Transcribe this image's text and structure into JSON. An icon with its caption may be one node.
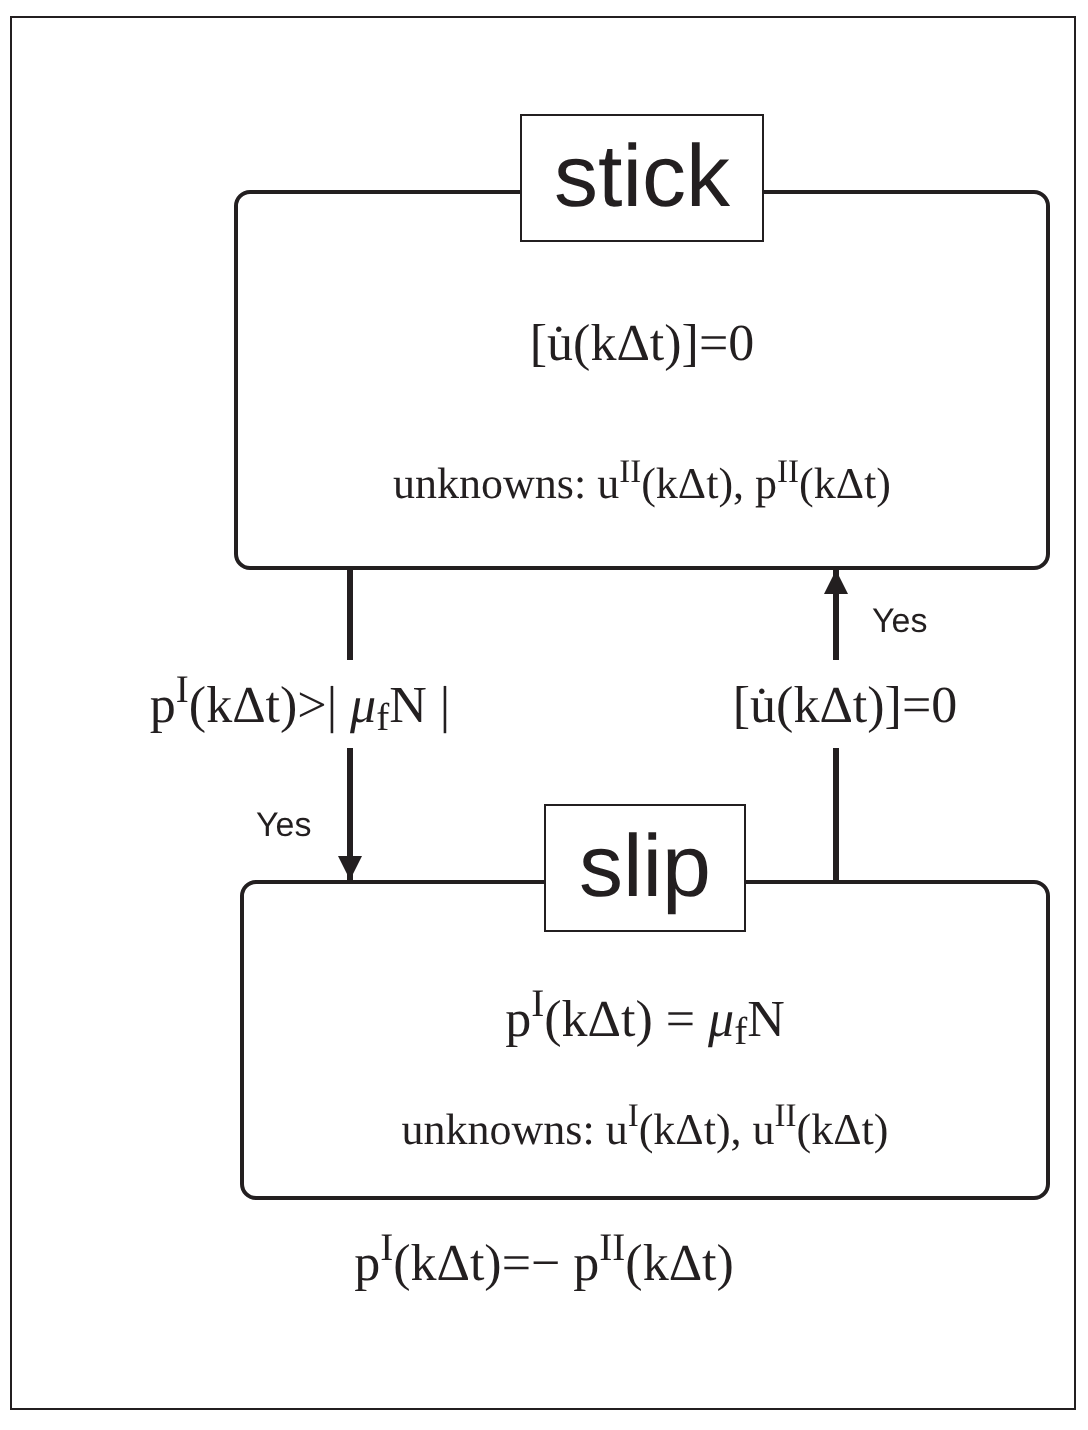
{
  "diagram": {
    "nodes": [
      {
        "text": [
          "stick",
          "[u̇(kΔt)]=0",
          "unknowns: u$^{II}$(kΔt), p$^{II}$(kΔt)"
        ]
      },
      {
        "text": [
          "slip",
          "p$^{I}$(kΔt) = *μ*$_{f}$N",
          "unknowns: u$^{I}$(kΔt), u$^{II}$(kΔt)"
        ]
      },
      {
        "text": [
          "p$^{I}$(kΔt)>| *μ*$_{f}$N |"
        ]
      },
      {
        "text": [
          "[u̇(kΔt)]=0"
        ]
      }
    ],
    "edges": [
      {
        "from": 0,
        "to": 2,
        "arrow": "none"
      },
      {
        "from": 2,
        "to": 1,
        "arrow": "to",
        "label": "Yes"
      },
      {
        "from": 1,
        "to": 3,
        "arrow": "none"
      },
      {
        "from": 3,
        "to": 0,
        "arrow": "to",
        "label": "Yes"
      }
    ],
    "labels": [
      "p$^{I}$(kΔt)=− p$^{II}$(kΔt)"
    ]
  }
}
